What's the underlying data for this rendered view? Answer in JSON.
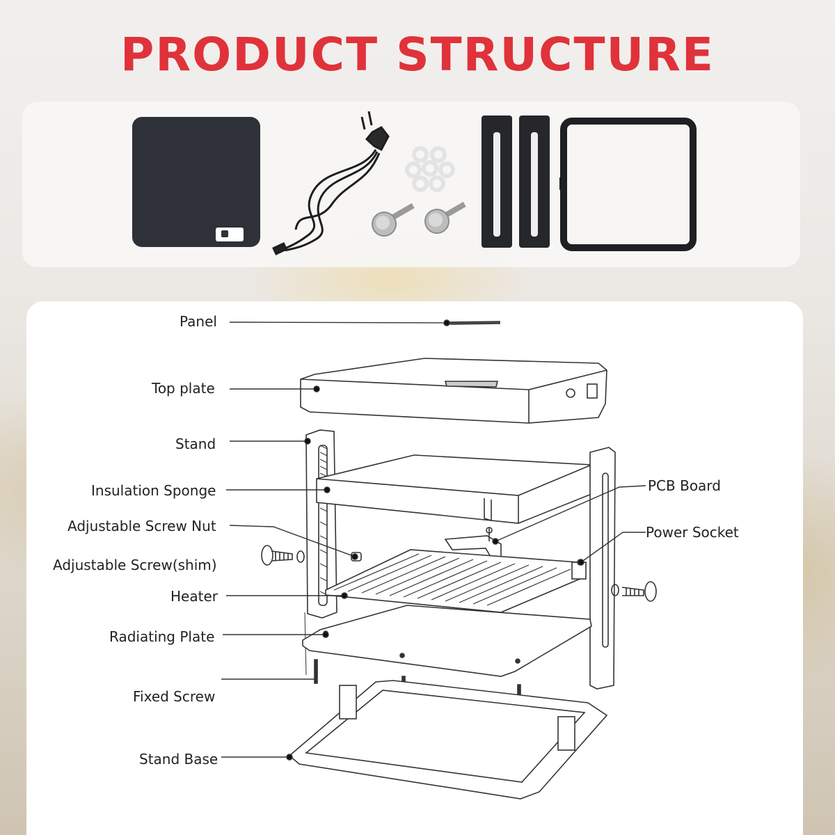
{
  "title": "PRODUCT STRUCTURE",
  "labels": {
    "panel": "Panel",
    "top_plate": "Top plate",
    "stand": "Stand",
    "insulation_sponge": "Insulation Sponge",
    "adjustable_screw_nut": "Adjustable Screw Nut",
    "adjustable_screw_shim": "Adjustable Screw(shim)",
    "heater": "Heater",
    "radiating_plate": "Radiating Plate",
    "fixed_screw": "Fixed Screw",
    "stand_base": "Stand Base",
    "pcb_board": "PCB Board",
    "power_socket": "Power Socket"
  },
  "colors": {
    "title": "#e0323a",
    "panel_dark": "#2e3137",
    "line": "#333333"
  }
}
